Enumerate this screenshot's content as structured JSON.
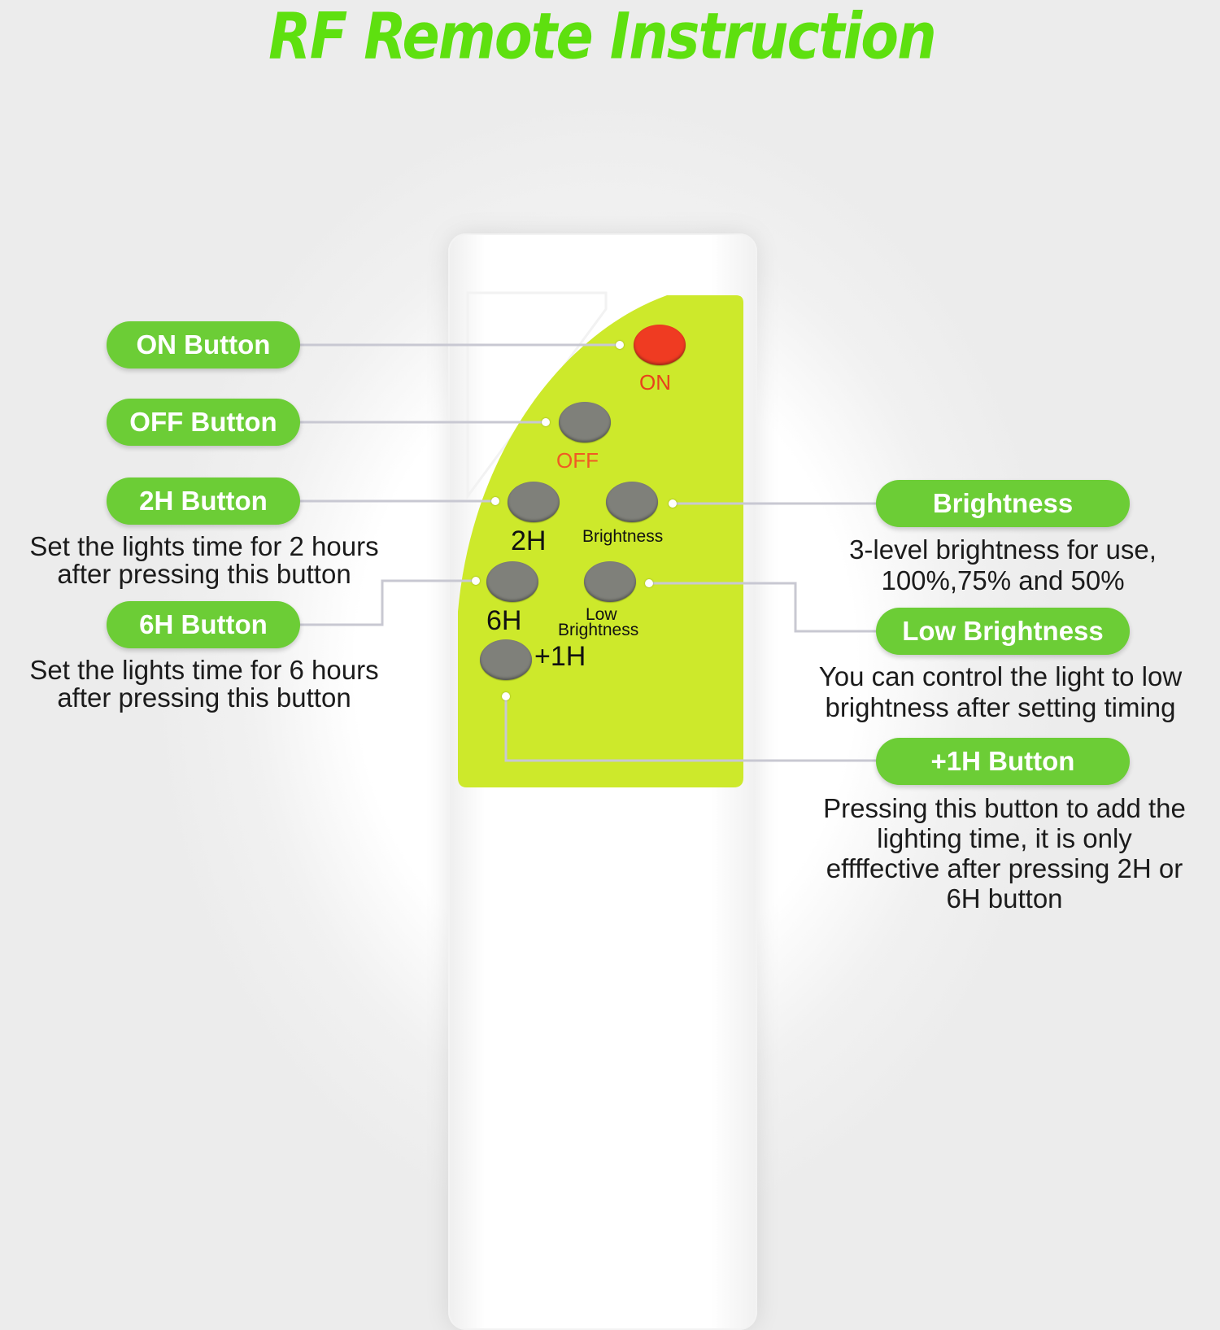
{
  "title": "RF Remote Instruction",
  "colors": {
    "title": "#5ee00f",
    "pill": "#6ccd36",
    "panel": "#cde92b",
    "on_button": "#ef3b22",
    "grey_button": "#7f807a",
    "on_label": "#e8421c",
    "off_label": "#f05a24"
  },
  "remote": {
    "buttons": {
      "on": "ON",
      "off": "OFF",
      "two_h": "2H",
      "brightness": "Brightness",
      "six_h": "6H",
      "low_brightness_line1": "Low",
      "low_brightness_line2": "Brightness",
      "plus_one_h": "+1H"
    }
  },
  "callouts": {
    "on": {
      "label": "ON Button"
    },
    "off": {
      "label": "OFF Button"
    },
    "two_h": {
      "label": "2H Button",
      "desc_line1": "Set the lights time for 2 hours",
      "desc_line2": "after pressing this button"
    },
    "six_h": {
      "label": "6H Button",
      "desc_line1": "Set the lights time for 6 hours",
      "desc_line2": "after pressing this button"
    },
    "brightness": {
      "label": "Brightness",
      "desc_line1": "3-level brightness for use,",
      "desc_line2": "100%,75% and 50%"
    },
    "low_brightness": {
      "label": "Low Brightness",
      "desc_line1": "You can control the light to low",
      "desc_line2": "brightness after setting timing"
    },
    "plus_one_h": {
      "label": "+1H Button",
      "desc_line1": "Pressing this button to add the",
      "desc_line2": "lighting time, it is only",
      "desc_line3": "effffective after pressing 2H or",
      "desc_line4": "6H button"
    }
  }
}
